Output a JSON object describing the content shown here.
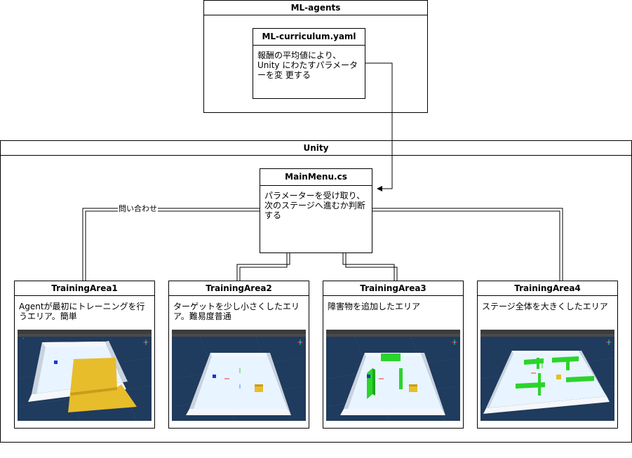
{
  "ml_agents": {
    "title": "ML-agents",
    "curriculum": {
      "title": "ML-curriculum.yaml",
      "desc": "報酬の平均値により、Unity にわたすパラメーターを変 更する"
    }
  },
  "unity": {
    "title": "Unity",
    "main_menu": {
      "title": "MainMenu.cs",
      "desc": "パラメーターを受け取り、次のステージへ進むか判断 する"
    },
    "edge_label": "問い合わせ",
    "areas": [
      {
        "title": "TrainingArea1",
        "desc": "Agentが最初にトレーニングを行うエリア。簡単"
      },
      {
        "title": "TrainingArea2",
        "desc": "ターゲットを少し小さくしたエリア。難易度普通"
      },
      {
        "title": "TrainingArea3",
        "desc": "障害物を追加したエリア"
      },
      {
        "title": "TrainingArea4",
        "desc": "ステージ全体を大きくしたエリア"
      }
    ]
  },
  "colors": {
    "scene_bg": "#1f3b5d",
    "toolbar": "#3c3c3c",
    "arena_floor": "#e8f4ff",
    "arena_wall": "#f5f7fa",
    "goal_yellow": "#e8bd2c",
    "obstacle_green": "#2bd42b",
    "agent_blue": "#1736d0"
  }
}
